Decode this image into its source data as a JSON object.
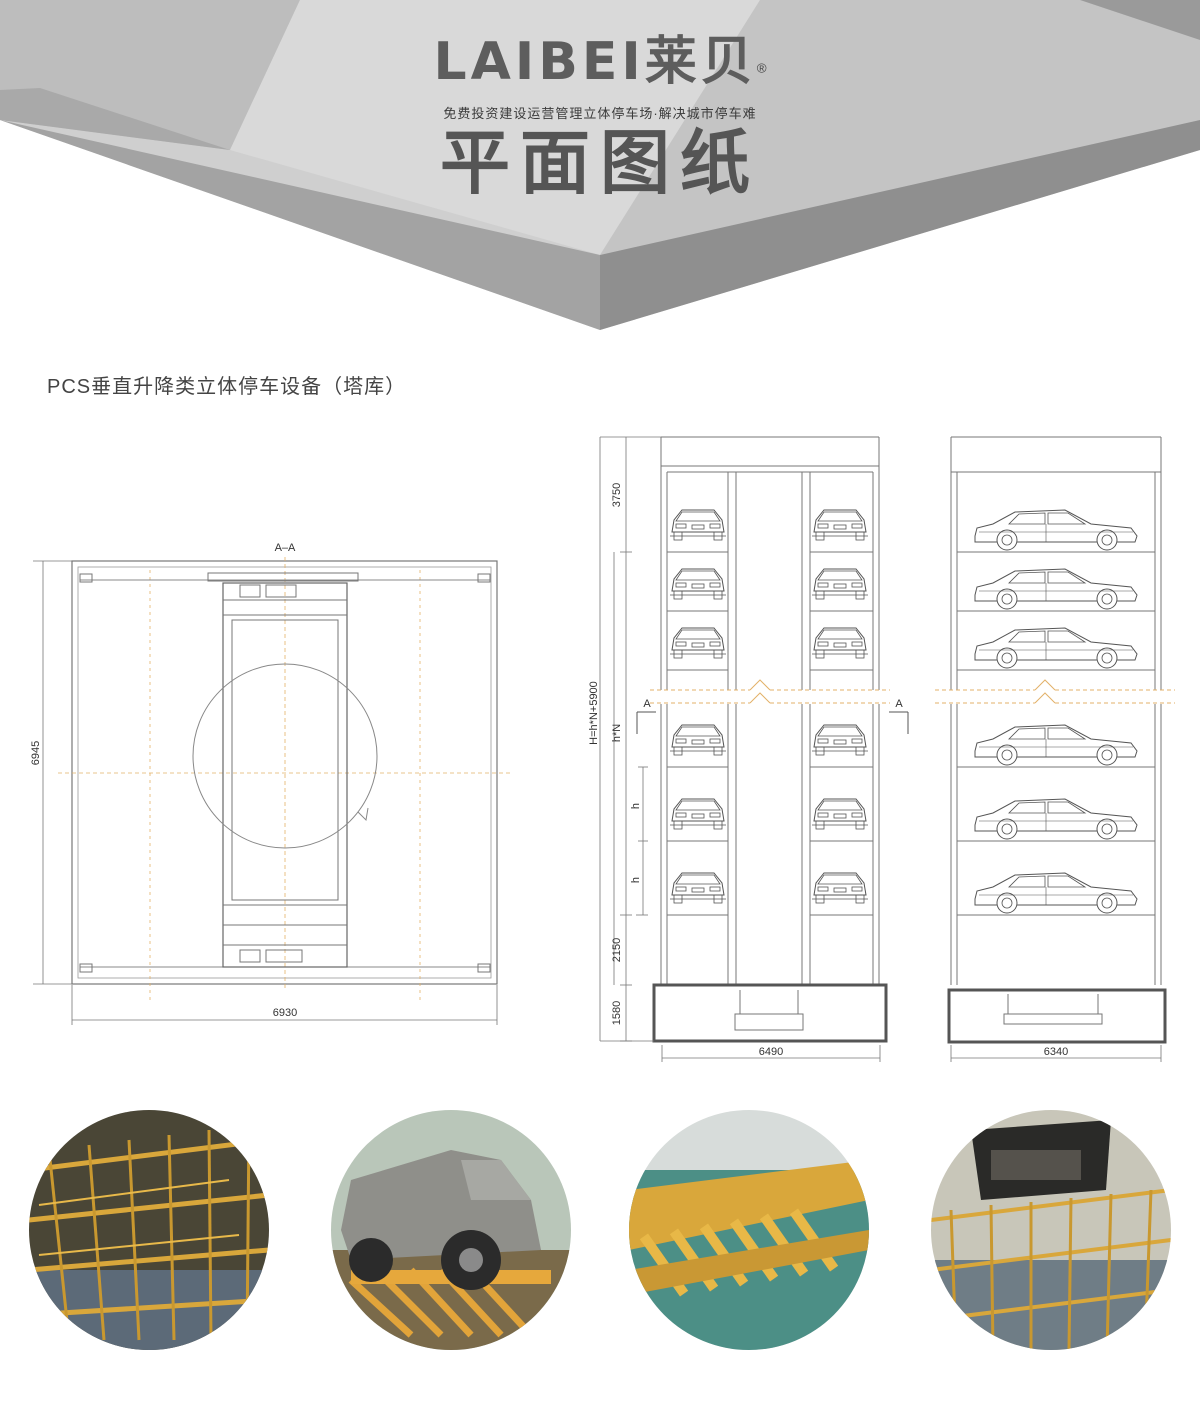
{
  "header": {
    "brand_name": "LAIBEI莱贝",
    "registered_mark": "®",
    "slogan": "免费投资建设运营管理立体停车场·解决城市停车难",
    "page_title": "平面图纸"
  },
  "section_title": "PCS垂直升降类立体停车设备（塔库）",
  "plan_drawing": {
    "section_label": "A–A",
    "width_dim": "6930",
    "depth_dim": "6945"
  },
  "front_elevation": {
    "dim_top": "3750",
    "dim_height": "H=h*N+5900",
    "dim_hn": "h*N",
    "dim_h": "h",
    "dim_bottom": "2150",
    "dim_pit": "1580",
    "width_dim": "6490",
    "section_mark": "A"
  },
  "side_elevation": {
    "width_dim": "6340"
  },
  "photos": [
    {
      "subject": "parking-tower-interior"
    },
    {
      "subject": "car-on-comb-carrier"
    },
    {
      "subject": "yellow-comb-exchanger"
    },
    {
      "subject": "comb-lift-underside"
    }
  ],
  "colors": {
    "hero_gray": "#a9a9a9",
    "hero_light": "#d6d6d6",
    "brand_gray": "#5d5d5d",
    "drawing_line": "#6e6e6e",
    "guide_line": "#e3b168",
    "comb_yellow": "#d9a73b"
  }
}
